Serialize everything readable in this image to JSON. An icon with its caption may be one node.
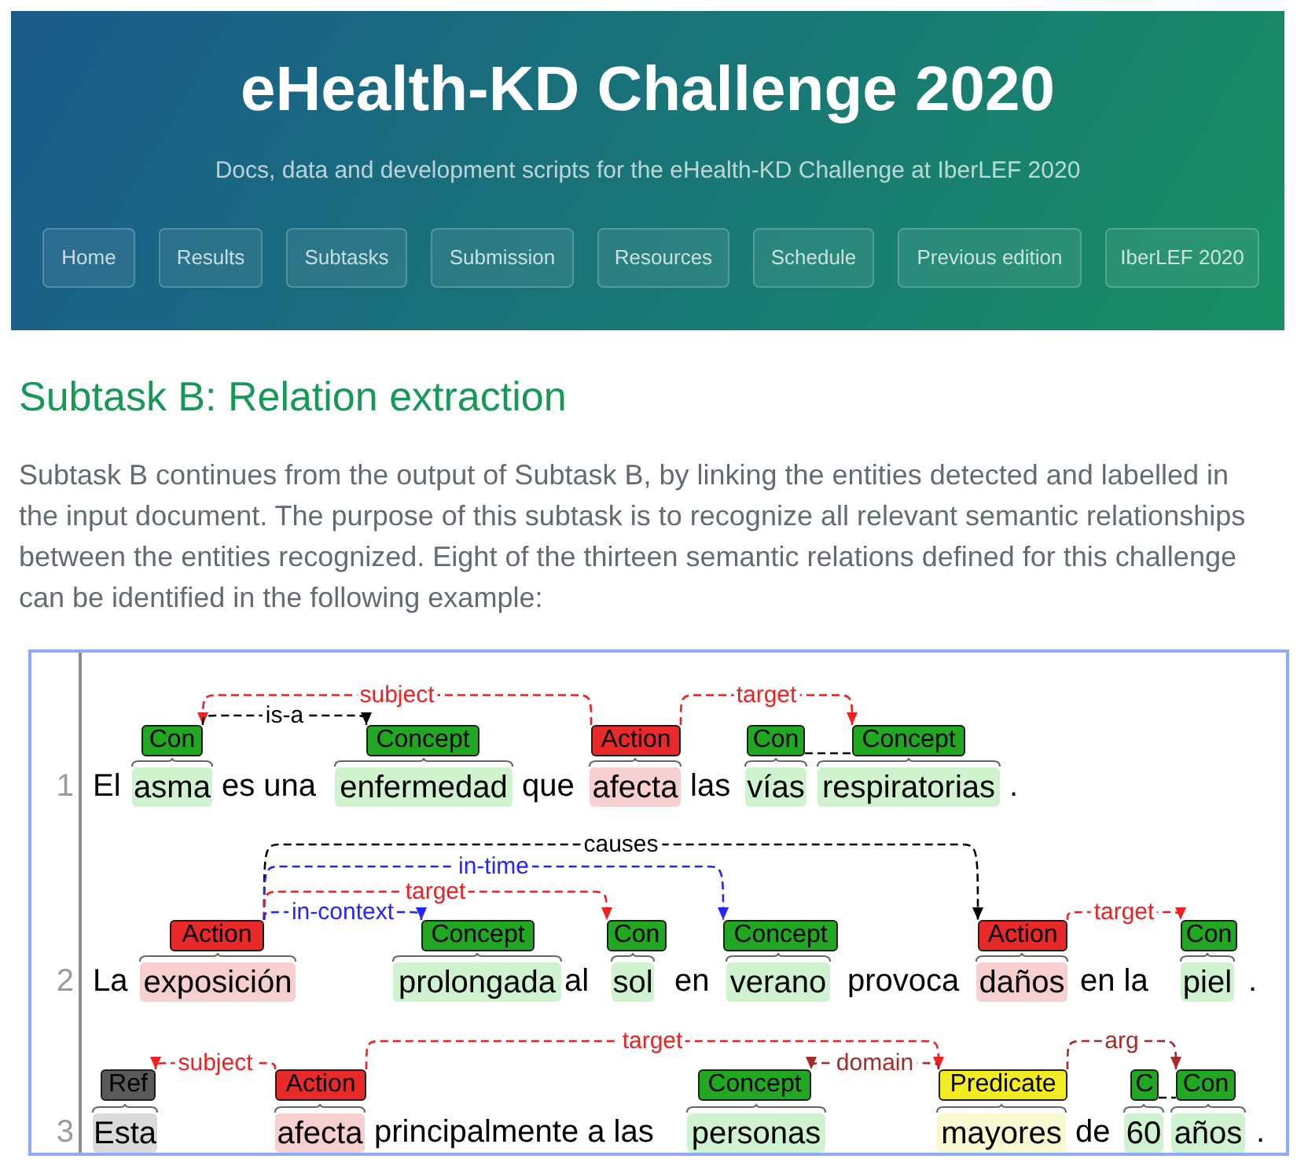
{
  "diagram": {
    "title": "Subtask B: Relation extraction",
    "nodes": [
      {
        "text": [
          "eHealth-KD Challenge 2020",
          "Docs, data and development scripts for the eHealth-KD Challenge at IberLEF 2020"
        ]
      },
      {
        "text": [
          "Home"
        ],
        "in": 0
      },
      {
        "text": [
          "Results"
        ],
        "in": 0
      },
      {
        "text": [
          "Subtasks"
        ],
        "in": 0
      },
      {
        "text": [
          "Submission"
        ],
        "in": 0
      },
      {
        "text": [
          "Resources"
        ],
        "in": 0
      },
      {
        "text": [
          "Schedule"
        ],
        "in": 0
      },
      {
        "text": [
          "Previous edition"
        ],
        "in": 0
      },
      {
        "text": [
          "IberLEF 2020"
        ],
        "in": 0
      },
      {
        "text": [],
        "shape": "box"
      },
      {
        "text": [
          "Con"
        ],
        "in": 9
      },
      {
        "text": [
          "Concept"
        ],
        "in": 9
      },
      {
        "text": [
          "Action"
        ],
        "in": 9
      },
      {
        "text": [
          "Con"
        ],
        "in": 9
      },
      {
        "text": [
          "Concept"
        ],
        "in": 9
      },
      {
        "text": [
          "asma"
        ],
        "in": 9
      },
      {
        "text": [
          "enfermedad"
        ],
        "in": 9
      },
      {
        "text": [
          "afecta"
        ],
        "in": 9
      },
      {
        "text": [
          "vías"
        ],
        "in": 9
      },
      {
        "text": [
          "respiratorias"
        ],
        "in": 9
      },
      {
        "text": [
          "Action"
        ],
        "in": 9
      },
      {
        "text": [
          "Concept"
        ],
        "in": 9
      },
      {
        "text": [
          "Con"
        ],
        "in": 9
      },
      {
        "text": [
          "Concept"
        ],
        "in": 9
      },
      {
        "text": [
          "Action"
        ],
        "in": 9
      },
      {
        "text": [
          "Con"
        ],
        "in": 9
      },
      {
        "text": [
          "exposición"
        ],
        "in": 9
      },
      {
        "text": [
          "prolongada"
        ],
        "in": 9
      },
      {
        "text": [
          "sol"
        ],
        "in": 9
      },
      {
        "text": [
          "verano"
        ],
        "in": 9
      },
      {
        "text": [
          "daños"
        ],
        "in": 9
      },
      {
        "text": [
          "piel"
        ],
        "in": 9
      },
      {
        "text": [
          "Ref"
        ],
        "in": 9
      },
      {
        "text": [
          "Action"
        ],
        "in": 9
      },
      {
        "text": [
          "Concept"
        ],
        "in": 9
      },
      {
        "text": [
          "Predicate"
        ],
        "in": 9
      },
      {
        "text": [
          "C"
        ],
        "in": 9
      },
      {
        "text": [
          "Con"
        ],
        "in": 9
      },
      {
        "text": [
          "Esta"
        ],
        "in": 9
      },
      {
        "text": [
          "afecta"
        ],
        "in": 9
      },
      {
        "text": [
          "personas"
        ],
        "in": 9
      },
      {
        "text": [
          "mayores"
        ],
        "in": 9
      },
      {
        "text": [
          "60"
        ],
        "in": 9
      },
      {
        "text": [
          "años"
        ],
        "in": 9
      }
    ],
    "edges": [
      {
        "from": 12,
        "to": 10,
        "arrow": "to",
        "label": "subject",
        "style": "dashed"
      },
      {
        "from": 10,
        "to": 11,
        "arrow": "to",
        "label": "is-a",
        "style": "dashed",
        "color": "#000000"
      },
      {
        "from": 12,
        "to": 14,
        "arrow": "to",
        "label": "target",
        "style": "dashed"
      },
      {
        "from": 13,
        "to": 14,
        "arrow": "none",
        "style": "dashed",
        "color": "#000000"
      },
      {
        "from": 20,
        "to": 24,
        "arrow": "to",
        "label": "causes",
        "style": "dashed",
        "color": "#000000"
      },
      {
        "from": 20,
        "to": 23,
        "arrow": "to",
        "label": "in-time",
        "style": "dashed",
        "color": "#2424ff"
      },
      {
        "from": 20,
        "to": 22,
        "arrow": "to",
        "label": "target",
        "style": "dashed"
      },
      {
        "from": 20,
        "to": 21,
        "arrow": "to",
        "label": "in-context",
        "style": "dashed",
        "color": "#2424ff"
      },
      {
        "from": 24,
        "to": 25,
        "arrow": "to",
        "label": "target",
        "style": "dashed"
      },
      {
        "from": 33,
        "to": 32,
        "arrow": "to",
        "label": "subject",
        "style": "dashed"
      },
      {
        "from": 33,
        "to": 35,
        "arrow": "to",
        "label": "target",
        "style": "dashed"
      },
      {
        "from": 35,
        "to": 34,
        "arrow": "to",
        "label": "domain",
        "style": "dashed",
        "color": "#a52a2a"
      },
      {
        "from": 35,
        "to": 37,
        "arrow": "to",
        "label": "arg",
        "style": "dashed",
        "color": "#a52a2a"
      },
      {
        "from": 36,
        "to": 37,
        "arrow": "none",
        "style": "dashed",
        "color": "#000000"
      }
    ],
    "labels": [
      "Subtask B continues from the output of Subtask B, by linking the entities detected and labelled in the input document. The purpose of this subtask is to recognize all relevant semantic relationships between the entities recognized. Eight of the thirteen semantic relations defined for this challenge can be identified in the following example:",
      "1",
      "El",
      "es una",
      "que",
      "las",
      ".",
      "2",
      "La",
      "al",
      "en",
      "provoca",
      "en la",
      ".",
      "3",
      "principalmente a las",
      "de",
      "."
    ]
  }
}
